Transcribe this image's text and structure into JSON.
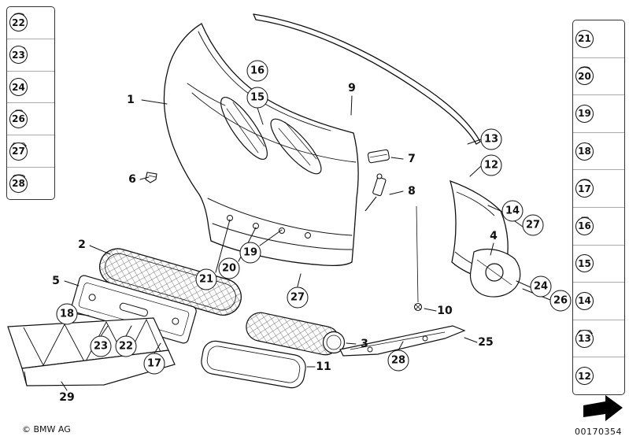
{
  "footer": {
    "copyright": "© BMW AG",
    "diagram_number": "00170354"
  },
  "left_panel": {
    "items": [
      {
        "label": "22",
        "icon": "pan-head-screw-icon"
      },
      {
        "label": "23",
        "icon": "countersunk-screw-icon"
      },
      {
        "label": "24",
        "icon": "clip-nut-icon"
      },
      {
        "label": "26",
        "icon": "tapping-screw-icon"
      },
      {
        "label": "27",
        "icon": "hex-flange-bolt-icon"
      },
      {
        "label": "28",
        "icon": "expanding-rivet-icon"
      }
    ]
  },
  "right_panel": {
    "items": [
      {
        "label": "21",
        "icon": "grommet-icon"
      },
      {
        "label": "20",
        "icon": "screw-icon"
      },
      {
        "label": "19",
        "icon": "washer-ring-icon"
      },
      {
        "label": "18",
        "icon": "rubber-buffer-icon"
      },
      {
        "label": "17",
        "icon": "long-screw-icon"
      },
      {
        "label": "16",
        "icon": "torx-screw-icon"
      },
      {
        "label": "15",
        "icon": "spring-clip-icon"
      },
      {
        "label": "14",
        "icon": "spring-clip-icon"
      },
      {
        "label": "13",
        "icon": "hex-bolt-icon"
      },
      {
        "label": "12",
        "icon": "cage-nut-icon"
      }
    ]
  },
  "circle_callouts": [
    {
      "label": "16"
    },
    {
      "label": "15"
    },
    {
      "label": "13"
    },
    {
      "label": "12"
    },
    {
      "label": "14"
    },
    {
      "label": "27"
    },
    {
      "label": "19"
    },
    {
      "label": "20"
    },
    {
      "label": "21"
    },
    {
      "label": "27"
    },
    {
      "label": "18"
    },
    {
      "label": "24"
    },
    {
      "label": "26"
    },
    {
      "label": "23"
    },
    {
      "label": "22"
    },
    {
      "label": "17"
    },
    {
      "label": "28"
    }
  ],
  "plain_callouts": [
    {
      "label": "1"
    },
    {
      "label": "9"
    },
    {
      "label": "7"
    },
    {
      "label": "8"
    },
    {
      "label": "6"
    },
    {
      "label": "2"
    },
    {
      "label": "4"
    },
    {
      "label": "5"
    },
    {
      "label": "10"
    },
    {
      "label": "3"
    },
    {
      "label": "25"
    },
    {
      "label": "11"
    },
    {
      "label": "29"
    }
  ]
}
